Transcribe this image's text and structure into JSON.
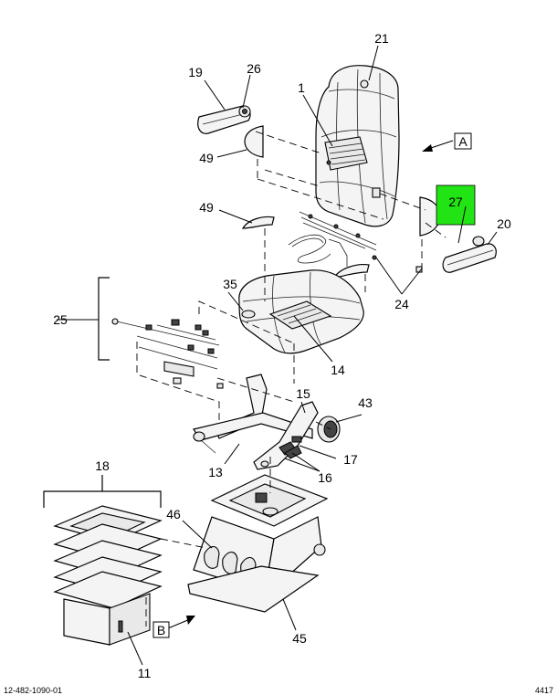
{
  "callouts": {
    "c21": "21",
    "c19": "19",
    "c26": "26",
    "c1": "1",
    "c49a": "49",
    "c49b": "49",
    "c27": "27",
    "c20": "20",
    "c24": "24",
    "c35": "35",
    "c25": "25",
    "c14": "14",
    "c15": "15",
    "c43": "43",
    "c17": "17",
    "c13": "13",
    "c16": "16",
    "c18": "18",
    "c46": "46",
    "c45": "45",
    "c11": "11"
  },
  "view_refs": {
    "a": "A",
    "b": "B"
  },
  "highlight": {
    "color": "#22e414"
  },
  "footer": {
    "left": "12-482-1090-01",
    "right": "4417"
  }
}
